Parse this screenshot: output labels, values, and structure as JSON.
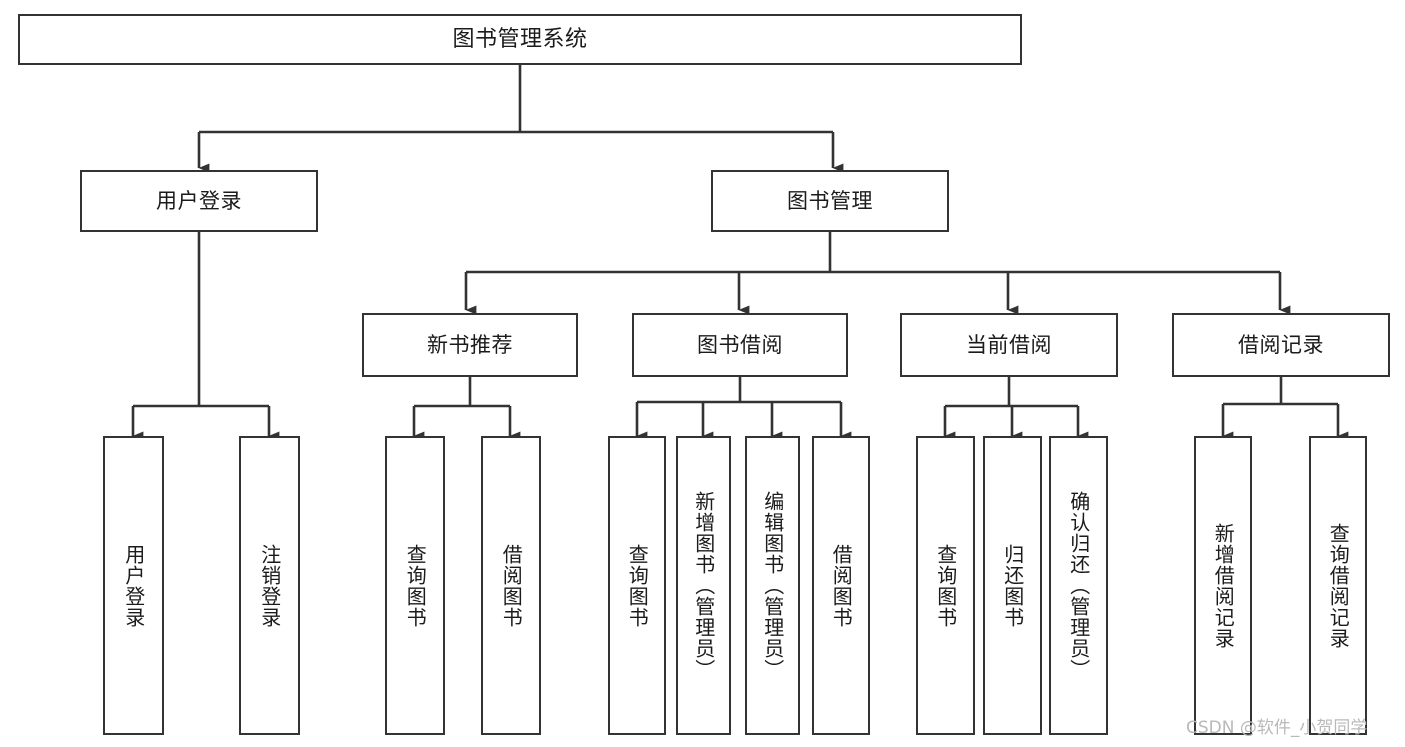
{
  "diagram": {
    "title": "图书管理系统",
    "type": "hierarchy-tree",
    "background_color": "#ffffff",
    "line_color": "#333333",
    "box_fill": "#ffffff",
    "text_color": "#1b1b1b"
  },
  "nodes": {
    "root": {
      "label": "图书管理系统"
    },
    "level2": [
      {
        "label": "用户登录"
      },
      {
        "label": "图书管理"
      }
    ],
    "level3": [
      {
        "label": "新书推荐"
      },
      {
        "label": "图书借阅"
      },
      {
        "label": "当前借阅"
      },
      {
        "label": "借阅记录"
      }
    ],
    "leaves": {
      "user_login": [
        {
          "label": "用户登录"
        },
        {
          "label": "注销登录"
        }
      ],
      "new_book_recommend": [
        {
          "label": "查询图书"
        },
        {
          "label": "借阅图书"
        }
      ],
      "book_borrow": [
        {
          "label": "查询图书"
        },
        {
          "label": "新增图书（管理员）"
        },
        {
          "label": "编辑图书（管理员）"
        },
        {
          "label": "借阅图书"
        }
      ],
      "current_borrow": [
        {
          "label": "查询图书"
        },
        {
          "label": "归还图书"
        },
        {
          "label": "确认归还（管理员）"
        }
      ],
      "borrow_record": [
        {
          "label": "新增借阅记录"
        },
        {
          "label": "查询借阅记录"
        }
      ]
    }
  },
  "watermark": {
    "text": "CSDN @软件_小贺同学"
  }
}
